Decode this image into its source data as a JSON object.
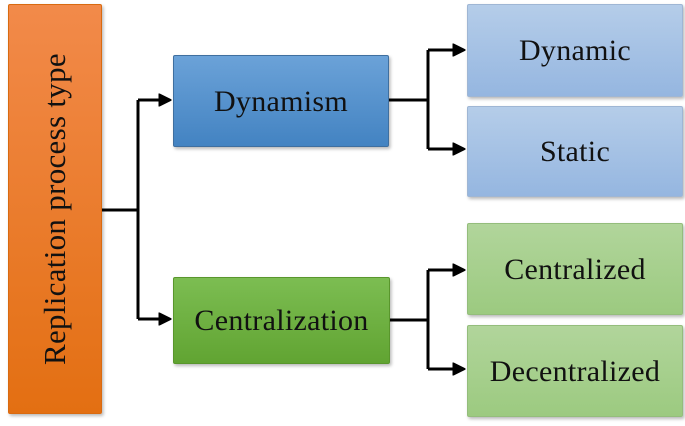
{
  "diagram": {
    "root": {
      "label": "Replication process type",
      "fill_top": "#f28a4a",
      "fill_bottom": "#e36f12",
      "border": "#d96a10"
    },
    "branches": [
      {
        "label": "Dynamism",
        "fill_top": "#6ba2d8",
        "fill_bottom": "#4383c2",
        "border": "#3f6f9f",
        "children": [
          {
            "label": "Dynamic",
            "fill_top": "#b5cde9",
            "fill_bottom": "#95b6e0",
            "border": "#9fb6d4"
          },
          {
            "label": "Static",
            "fill_top": "#b5cde9",
            "fill_bottom": "#95b6e0",
            "border": "#9fb6d4"
          }
        ]
      },
      {
        "label": "Centralization",
        "fill_top": "#7cbd52",
        "fill_bottom": "#61a432",
        "border": "#59962c",
        "children": [
          {
            "label": "Centralized",
            "fill_top": "#b1d59b",
            "fill_bottom": "#9cca80",
            "border": "#94bd7c"
          },
          {
            "label": "Decentralized",
            "fill_top": "#b1d59b",
            "fill_bottom": "#9cca80",
            "border": "#94bd7c"
          }
        ]
      }
    ],
    "connector_color": "#000000",
    "text_color": "#111111"
  }
}
